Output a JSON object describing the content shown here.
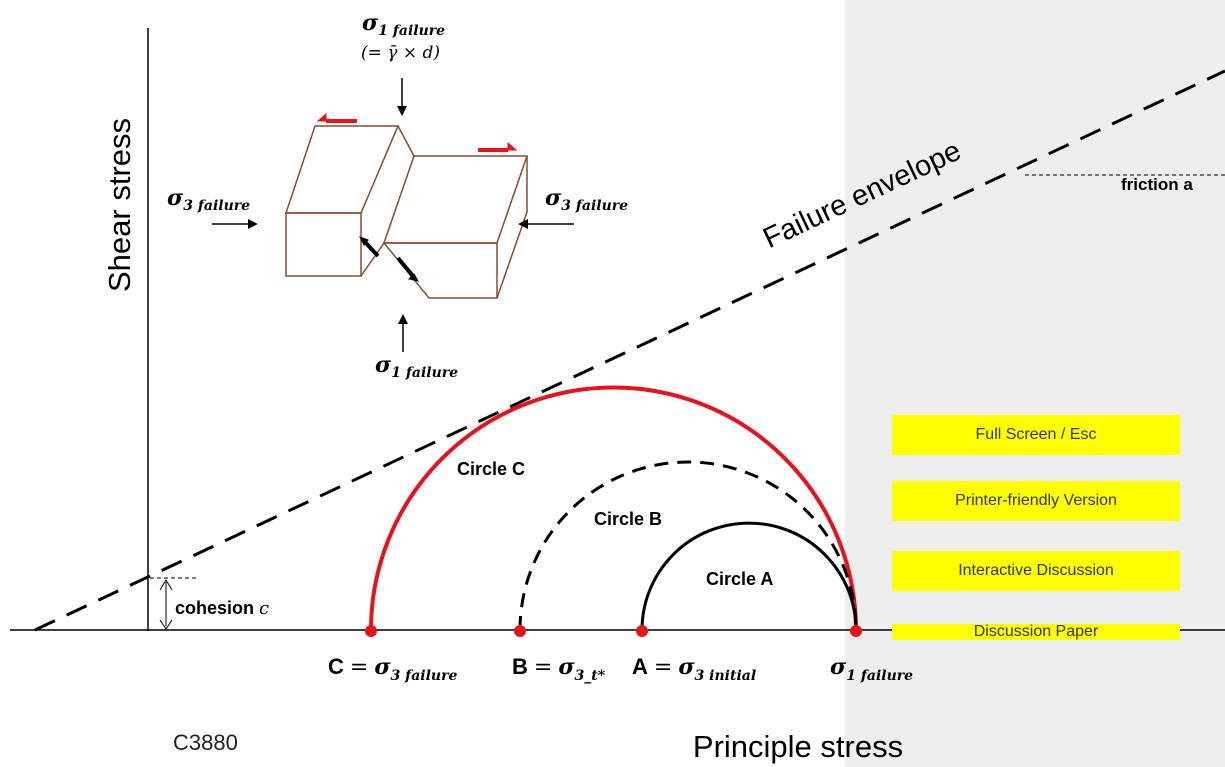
{
  "diagram": {
    "y_axis_label": "Shear stress",
    "x_axis_label": "Principle stress",
    "envelope_label": "Failure envelope",
    "friction_label": "friction a",
    "cohesion_label": "cohesion",
    "cohesion_symbol": "c",
    "circles": {
      "a": "Circle A",
      "b": "Circle B",
      "c": "Circle C"
    },
    "points": {
      "c_letter": "C",
      "b_letter": "B",
      "a_letter": "A",
      "equals": "=",
      "sigma": "σ",
      "c_sub": "3 failure",
      "b_sub": "3_t*",
      "a_sub": "3 initial",
      "s1_sub": "1 failure"
    },
    "block": {
      "sigma1_top": "σ",
      "sigma1_top_sub": "1 failure",
      "sigma1_top_eq": "(= γ̄ × d)",
      "sigma3_left": "σ",
      "sigma3_left_sub": "3 failure",
      "sigma3_right": "σ",
      "sigma3_right_sub": "3 failure",
      "sigma1_bottom": "σ",
      "sigma1_bottom_sub": "1 failure"
    },
    "colors": {
      "red": "#e8131a",
      "block_outline": "#8b4a2b",
      "axis": "#000000"
    }
  },
  "sidebar": {
    "buttons": [
      {
        "label": "Full Screen / Esc"
      },
      {
        "label": "Printer-friendly Version"
      },
      {
        "label": "Interactive Discussion"
      },
      {
        "label": "Discussion Paper"
      }
    ]
  },
  "page_number": "C3880"
}
